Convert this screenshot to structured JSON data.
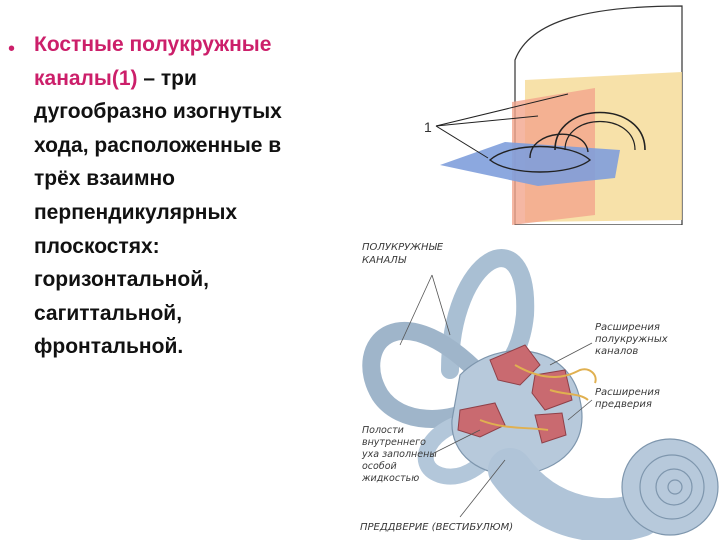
{
  "slide": {
    "bullet": "•",
    "text_highlight": "Костные полукружные каналы(1)",
    "text_rest": " – три дугообразно изогнутых хода, расположенные в трёх взаимно перпендикулярных плоскостях: горизонтальной, сагиттальной, фронтальной."
  },
  "figure_top": {
    "label": "1"
  },
  "figure_bottom": {
    "label_canals": [
      "ПОЛУКРУЖНЫЕ",
      "КАНАЛЫ"
    ],
    "label_ampullae": [
      "Расширения",
      "полукружных",
      "каналов"
    ],
    "label_vestibule_ext": [
      "Расширения",
      "предверия"
    ],
    "label_cavities": [
      "Полости",
      "внутреннего",
      "уха заполнены",
      "особой",
      "жидкостью"
    ],
    "label_vestibule": "ПРЕДДВЕРИЕ (ВЕСТИБУЛЮМ)"
  },
  "colors": {
    "accent": "#cc1f6a",
    "bone": "#a9bfd3",
    "ampulla": "#c96a70",
    "nerve": "#e0b050"
  }
}
